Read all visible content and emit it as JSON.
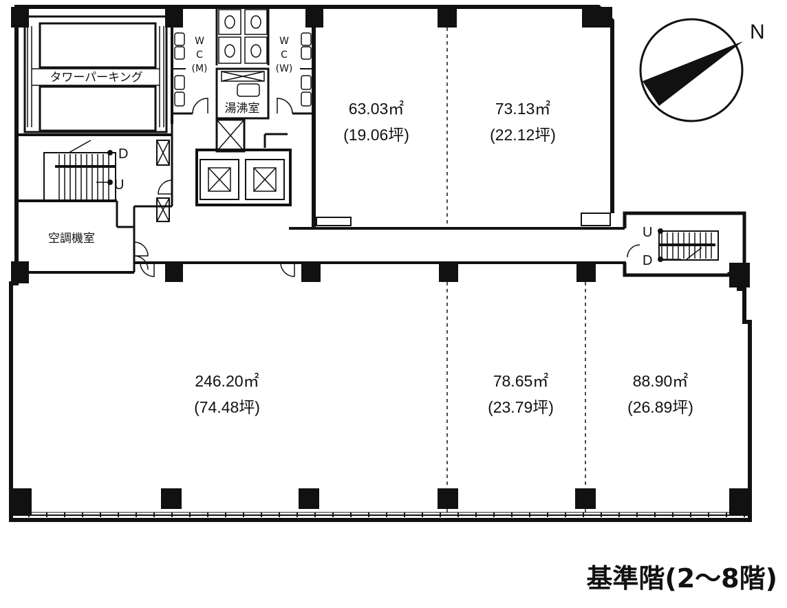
{
  "title": "基準階(2〜8階)",
  "compass": {
    "label": "N"
  },
  "rooms": {
    "parking": "タワーパーキング",
    "wc_men": [
      "W",
      "C",
      "(M)"
    ],
    "wc_women": [
      "W",
      "C",
      "(W)"
    ],
    "kitchen": "湯沸室",
    "ac_room": "空調機室"
  },
  "stairs": {
    "down": "D",
    "up": "U"
  },
  "areas": [
    {
      "id": "a1",
      "m2": "63.03㎡",
      "tsubo": "(19.06坪)"
    },
    {
      "id": "a2",
      "m2": "73.13㎡",
      "tsubo": "(22.12坪)"
    },
    {
      "id": "a3",
      "m2": "246.20㎡",
      "tsubo": "(74.48坪)"
    },
    {
      "id": "a4",
      "m2": "78.65㎡",
      "tsubo": "(23.79坪)"
    },
    {
      "id": "a5",
      "m2": "88.90㎡",
      "tsubo": "(26.89坪)"
    }
  ]
}
